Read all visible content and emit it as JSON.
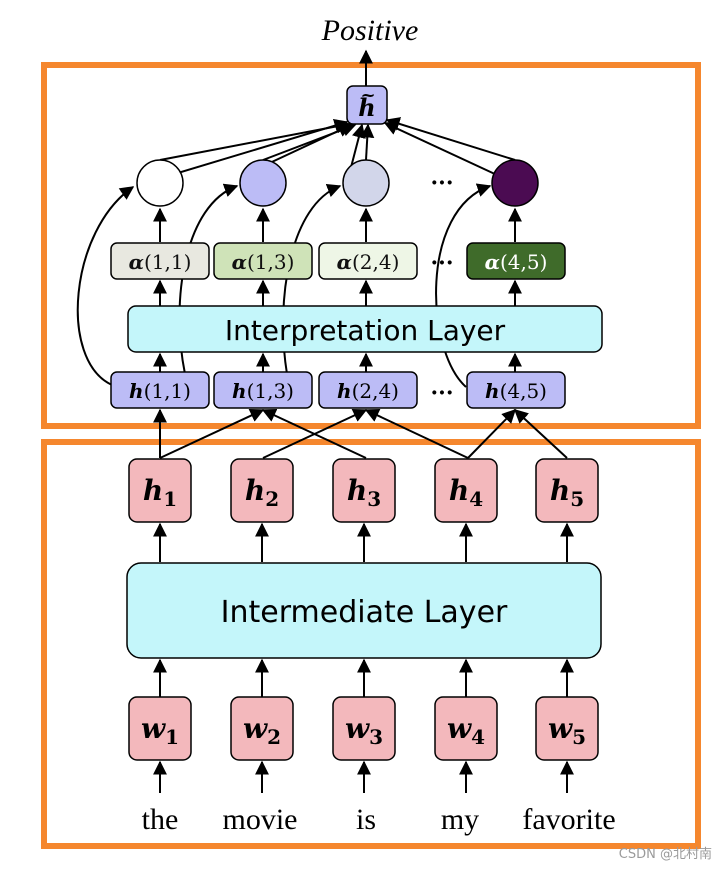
{
  "output_label": "Positive",
  "h_tilde": {
    "base": "h",
    "accent": "~"
  },
  "interpretation_layer": "Interpretation Layer",
  "intermediate_layer": "Intermediate Layer",
  "ellipsis": "···",
  "span_nodes": [
    {
      "alpha_sym": "α",
      "h_sym": "h",
      "label": "(1,1)",
      "alpha_color": "#e8e8e0",
      "alpha_text": "#111111",
      "circle_color": "#ffffff"
    },
    {
      "alpha_sym": "α",
      "h_sym": "h",
      "label": "(1,3)",
      "alpha_color": "#cfe3b8",
      "alpha_text": "#111111",
      "circle_color": "#bcbcf6"
    },
    {
      "alpha_sym": "α",
      "h_sym": "h",
      "label": "(2,4)",
      "alpha_color": "#eef6e6",
      "alpha_text": "#111111",
      "circle_color": "#d2d6ea"
    },
    {
      "alpha_sym": "α",
      "h_sym": "h",
      "label": "(4,5)",
      "alpha_color": "#3f6b2a",
      "alpha_text": "#ffffff",
      "circle_color": "#4b0b52"
    }
  ],
  "hidden_states": [
    {
      "sym": "h",
      "sub": "1"
    },
    {
      "sym": "h",
      "sub": "2"
    },
    {
      "sym": "h",
      "sub": "3"
    },
    {
      "sym": "h",
      "sub": "4"
    },
    {
      "sym": "h",
      "sub": "5"
    }
  ],
  "word_vectors": [
    {
      "sym": "w",
      "sub": "1"
    },
    {
      "sym": "w",
      "sub": "2"
    },
    {
      "sym": "w",
      "sub": "3"
    },
    {
      "sym": "w",
      "sub": "4"
    },
    {
      "sym": "w",
      "sub": "5"
    }
  ],
  "words": [
    "the",
    "movie",
    "is",
    "my",
    "favorite"
  ],
  "watermark": "CSDN @北村南",
  "colors": {
    "frame": "#f5872e",
    "layer_fill": "#c4f6fa",
    "token_fill": "#f3b8bc",
    "span_h_fill": "#bcbcf6"
  }
}
